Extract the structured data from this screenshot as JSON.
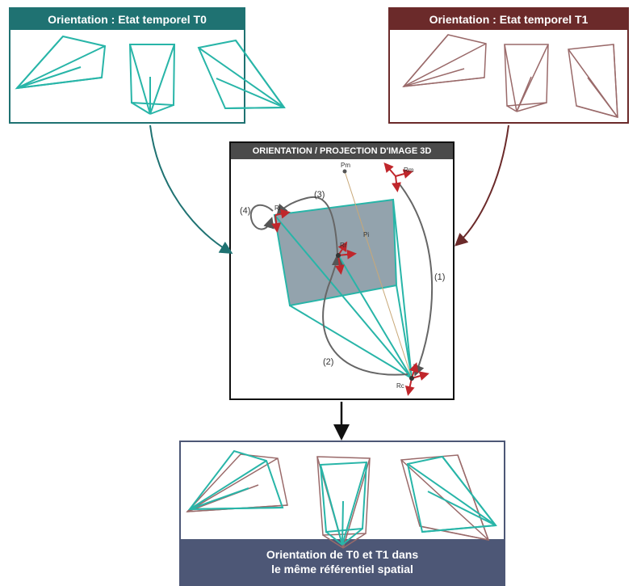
{
  "panels": {
    "t0": {
      "title": "Orientation : Etat temporel T0"
    },
    "t1": {
      "title": "Orientation : Etat temporel T1"
    },
    "center": {
      "title": "ORIENTATION / PROJECTION D'IMAGE 3D",
      "labels": {
        "pm": "Pm",
        "pi": "Pi",
        "rm": "Rm",
        "ri": "Ri",
        "rr": "Rr",
        "rc": "Rc",
        "step1": "(1)",
        "step2": "(2)",
        "step3": "(3)",
        "step4": "(4)"
      }
    },
    "bottom": {
      "caption_line1": "Orientation de T0 et T1 dans",
      "caption_line2": "le même référentiel spatial"
    }
  },
  "colors": {
    "teal": "#28b5a8",
    "brown": "#9a6a6a",
    "dark_teal": "#1f7272",
    "dark_brown": "#6b2a2a",
    "slate": "#4d5776",
    "image_plane": "#93a3ad",
    "axis_red": "#c0262b"
  }
}
